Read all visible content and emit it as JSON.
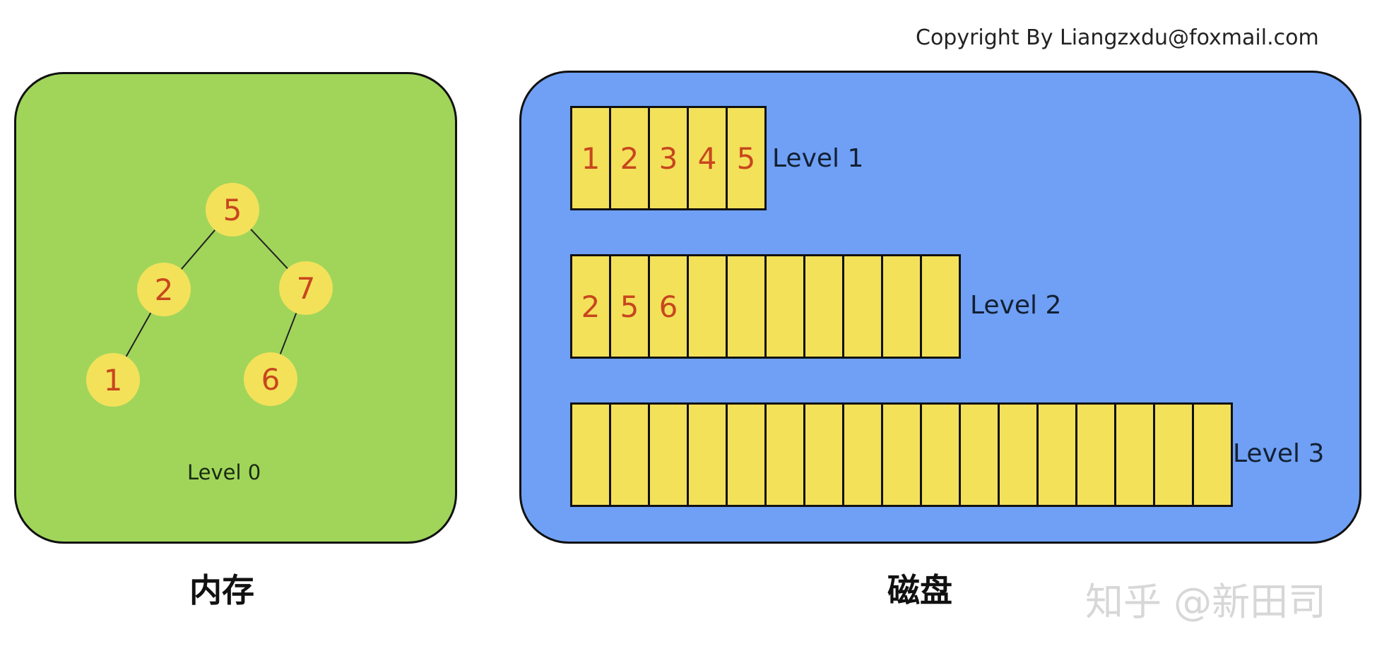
{
  "copyright": "Copyright By Liangzxdu@foxmail.com",
  "memory": {
    "caption": "内存",
    "level_label": "Level 0",
    "tree": {
      "nodes": [
        {
          "id": "n5",
          "label": "5"
        },
        {
          "id": "n2",
          "label": "2"
        },
        {
          "id": "n7",
          "label": "7"
        },
        {
          "id": "n1",
          "label": "1"
        },
        {
          "id": "n6",
          "label": "6"
        }
      ],
      "edges": [
        {
          "from": "n5",
          "to": "n2"
        },
        {
          "from": "n5",
          "to": "n7"
        },
        {
          "from": "n2",
          "to": "n1"
        },
        {
          "from": "n7",
          "to": "n6"
        }
      ]
    }
  },
  "disk": {
    "caption": "磁盘",
    "levels": [
      {
        "label": "Level 1",
        "cells": [
          "1",
          "2",
          "3",
          "4",
          "5"
        ]
      },
      {
        "label": "Level 2",
        "cells": [
          "2",
          "5",
          "6",
          "",
          "",
          "",
          "",
          "",
          "",
          ""
        ]
      },
      {
        "label": "Level 3",
        "cells": [
          "",
          "",
          "",
          "",
          "",
          "",
          "",
          "",
          "",
          "",
          "",
          "",
          "",
          "",
          "",
          "",
          ""
        ]
      }
    ]
  },
  "watermark": "知乎 @新田司",
  "colors": {
    "memory_bg": "#a0d55a",
    "disk_bg": "#6fa0f5",
    "node_fill": "#f3e15a",
    "node_text": "#c8461e",
    "cell_fill": "#f3e15a"
  }
}
